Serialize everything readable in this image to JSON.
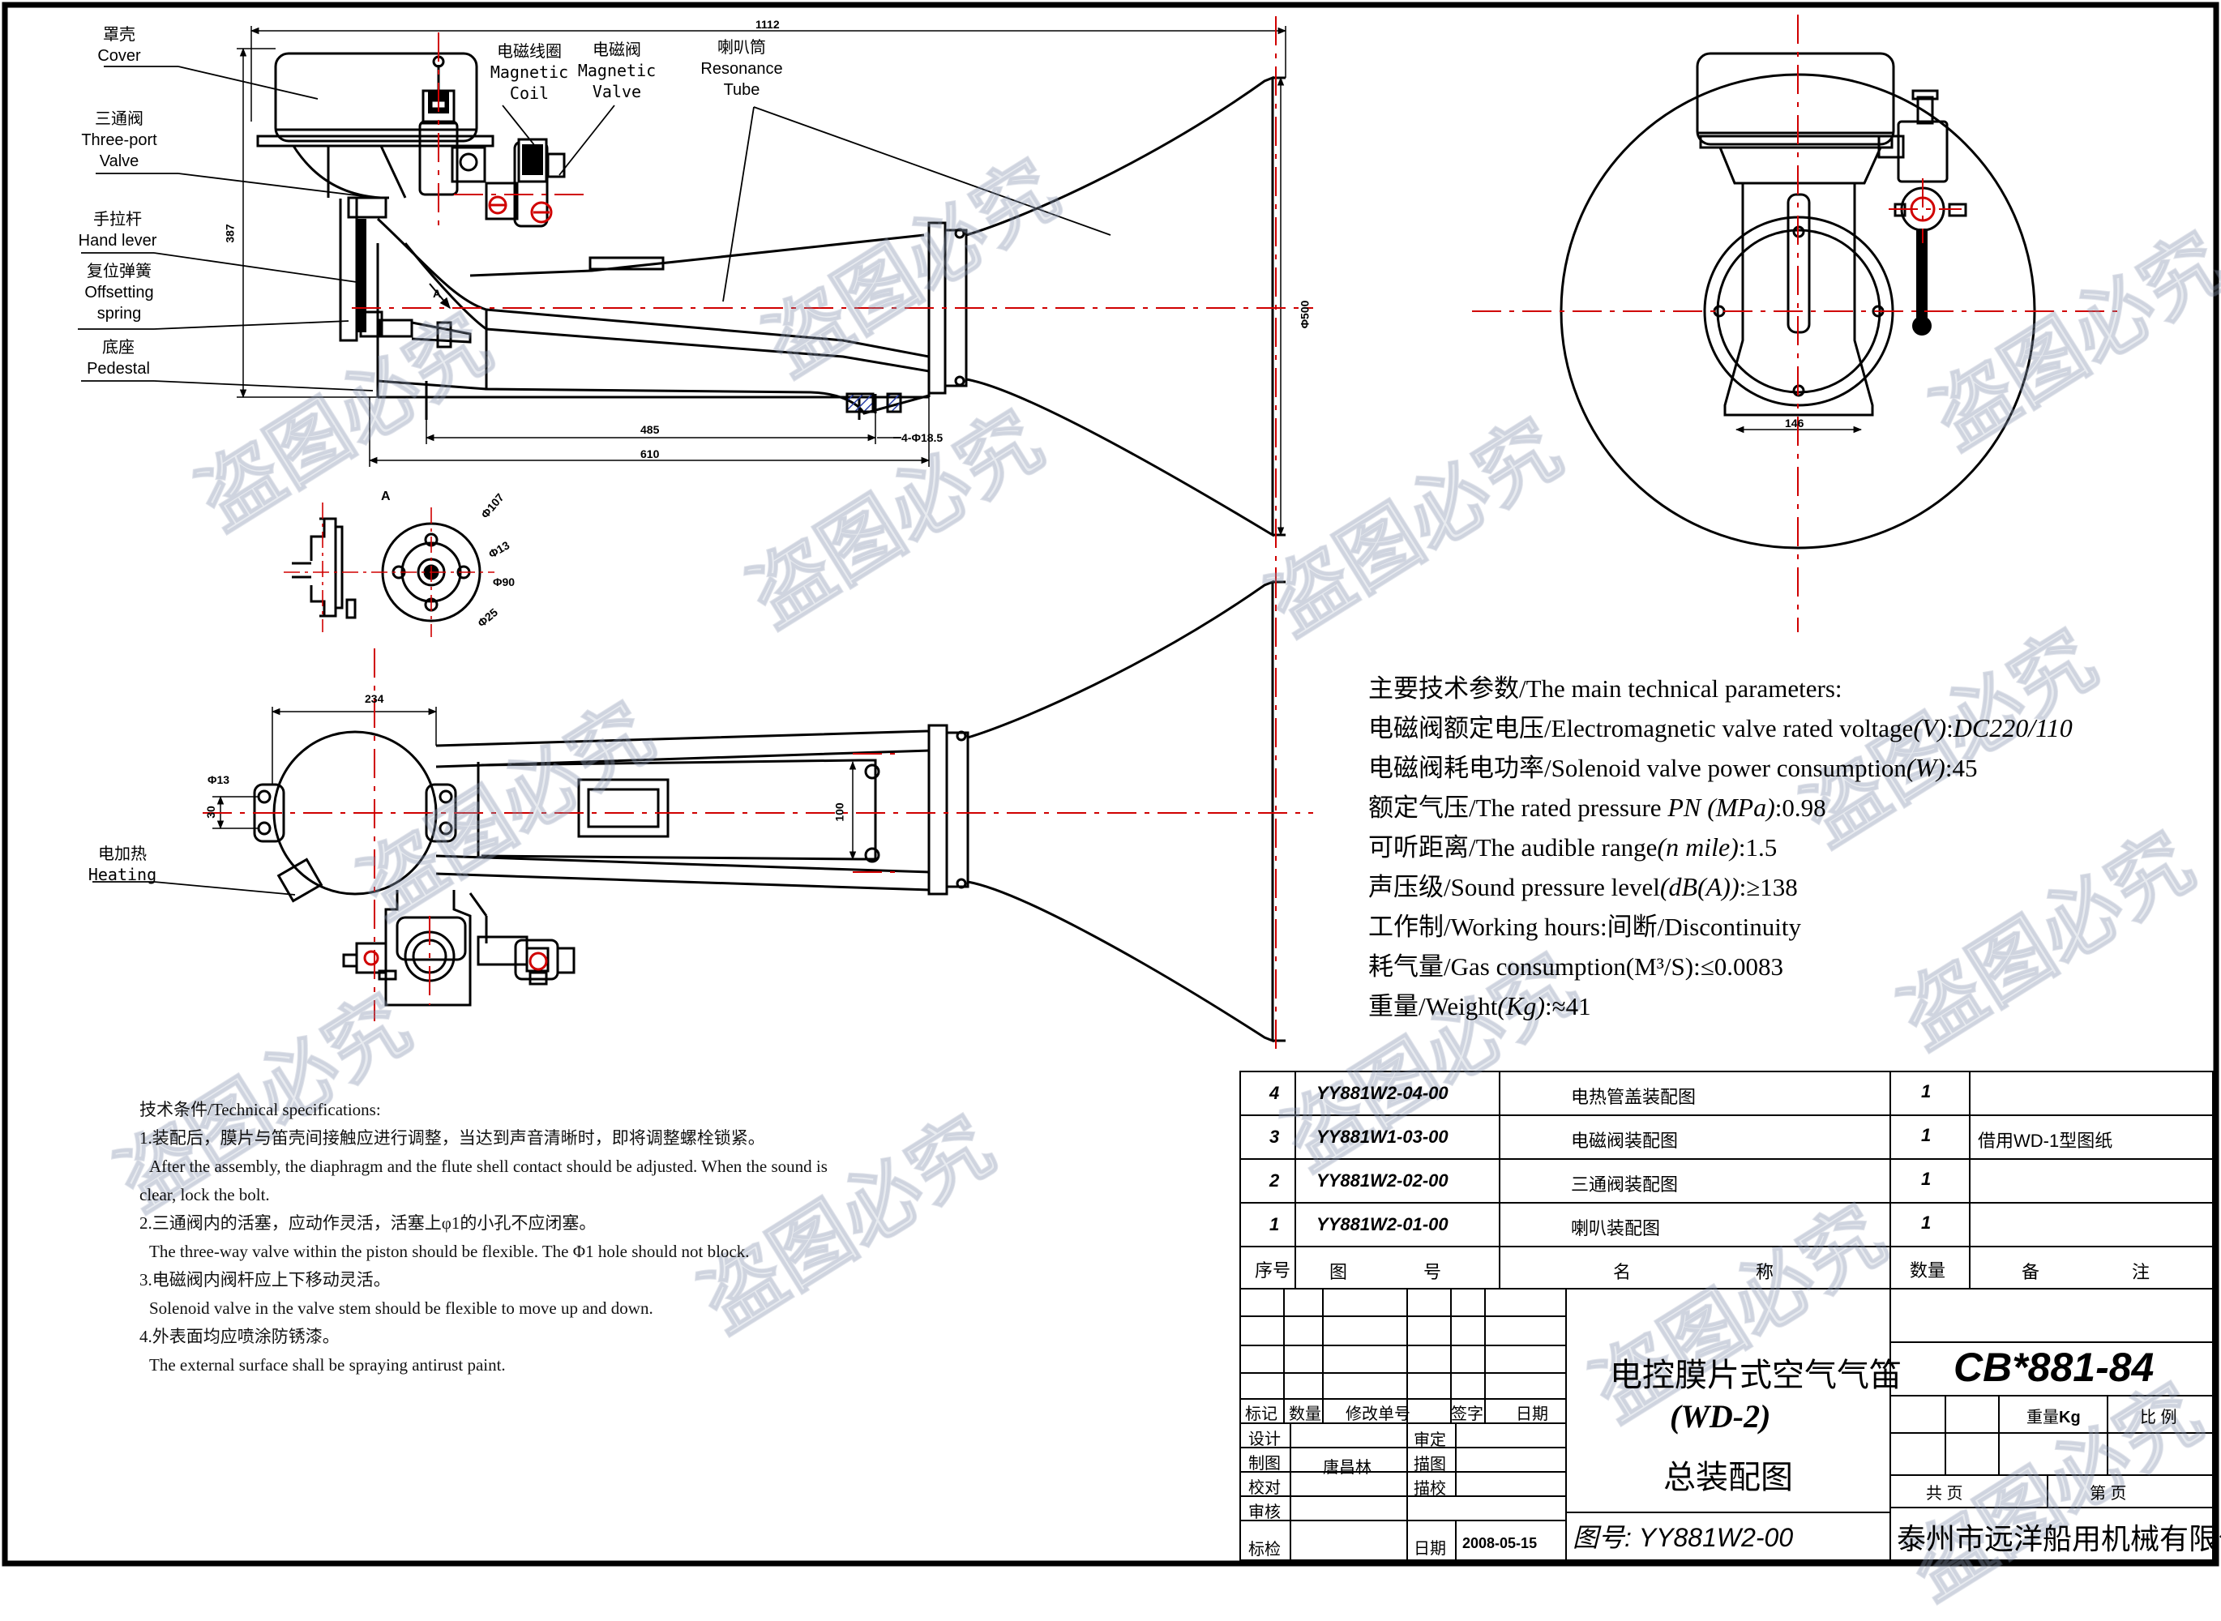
{
  "callouts": [
    {
      "cn": "罩壳",
      "en": "Cover"
    },
    {
      "cn": "三通阀",
      "en": "Three-port",
      "en2": "Valve"
    },
    {
      "cn": "手拉杆",
      "en": "Hand lever"
    },
    {
      "cn": "复位弹簧",
      "en": "Offsetting",
      "en2": "spring"
    },
    {
      "cn": "底座",
      "en": "Pedestal"
    },
    {
      "cn": "电磁线圈",
      "en": "Magnetic",
      "en2": "Coil"
    },
    {
      "cn": "电磁阀",
      "en": "Magnetic",
      "en2": "Valve"
    },
    {
      "cn": "喇叭筒",
      "en": "Resonance",
      "en2": "Tube"
    },
    {
      "cn": "电加热",
      "en": "Heating"
    }
  ],
  "dimensions": {
    "overall_length": "1112",
    "height": "387",
    "bell_dia": "Φ500",
    "base_485": "485",
    "base_610": "610",
    "hole_185": "4-Φ18.5",
    "side_146": "146",
    "plan_234": "234",
    "plan_30": "30",
    "plan_100": "100",
    "plan_hole": "Φ13",
    "section_label": "A",
    "section_label2": "A",
    "flange_1": "Φ107",
    "flange_2": "Φ13",
    "flange_3": "Φ90",
    "flange_4": "Φ25"
  },
  "parameters": {
    "heading": "主要技术参数/The main technical parameters:",
    "rows": [
      {
        "label": "电磁阀额定电压/Electromagnetic valve rated voltage",
        "unit": "(V)",
        "sep": ":",
        "value": "DC220/110"
      },
      {
        "label": "电磁阀耗电功率/Solenoid valve power consumption",
        "unit": "(W)",
        "sep": ":",
        "value": "45"
      },
      {
        "label": "额定气压/The rated pressure ",
        "unit": "PN (MPa)",
        "sep": ":",
        "value": "0.98"
      },
      {
        "label": "可听距离/The audible range",
        "unit": "(n mile)",
        "sep": ":",
        "value": "1.5"
      },
      {
        "label": "声压级/Sound pressure level",
        "unit": "(dB(A))",
        "sep": ":",
        "value": "≥138"
      },
      {
        "label": "工作制/Working hours:",
        "unit": "",
        "sep": "",
        "value": "间断/Discontinuity"
      },
      {
        "label": "耗气量/Gas consumption",
        "unit": "(M³/S)",
        "sep": ":",
        "value": "≤0.0083"
      },
      {
        "label": "重量/Weight",
        "unit": "(Kg)",
        "sep": ":",
        "value": "≈41"
      }
    ]
  },
  "tech_specs": {
    "heading": "技术条件/Technical specifications:",
    "items": [
      {
        "cn": "1.装配后，膜片与笛壳间接触应进行调整，当达到声音清晰时，即将调整螺栓锁紧。",
        "en": "After the assembly, the diaphragm and the flute shell contact should be adjusted. When the sound is",
        "en2": "clear, lock the bolt."
      },
      {
        "cn": "2.三通阀内的活塞，应动作灵活，活塞上φ1的小孔不应闭塞。",
        "en": "The three-way valve within the piston should be flexible. The Φ1 hole should not block."
      },
      {
        "cn": "3.电磁阀内阀杆应上下移动灵活。",
        "en": "Solenoid valve in the valve stem should be flexible to move up and down."
      },
      {
        "cn": "4.外表面均应喷涂防锈漆。",
        "en": "The external surface shall be spraying antirust paint."
      }
    ]
  },
  "parts_list": {
    "rows": [
      {
        "no": "4",
        "code": "YY881W2-04-00",
        "name": "电热管盖装配图",
        "qty": "1",
        "remark": ""
      },
      {
        "no": "3",
        "code": "YY881W1-03-00",
        "name": "电磁阀装配图",
        "qty": "1",
        "remark": "借用WD-1型图纸"
      },
      {
        "no": "2",
        "code": "YY881W2-02-00",
        "name": "三通阀装配图",
        "qty": "1",
        "remark": ""
      },
      {
        "no": "1",
        "code": "YY881W2-01-00",
        "name": "喇叭装配图",
        "qty": "1",
        "remark": ""
      }
    ],
    "headers": {
      "no": "序号",
      "code_a": "图",
      "code_b": "号",
      "name_a": "名",
      "name_b": "称",
      "qty": "数量",
      "remark_a": "备",
      "remark_b": "注"
    }
  },
  "title_block": {
    "product_name": "电控膜片式空气气笛",
    "model": "(WD-2)",
    "drawing_title": "总装配图",
    "drawing_no": "图号: YY881W2-00",
    "standard_code": "CB*881-84",
    "weight_label": "重量",
    "weight_unit": "Kg",
    "scale_label": "比  例",
    "sheets_total": "共        页",
    "sheet_no": "第        页",
    "company": "泰州市远洋船用机械有限公司",
    "rev_headers": {
      "mark": "标记",
      "qty": "数量",
      "change_no": "修改单号",
      "sign": "签字",
      "date": "日期"
    },
    "roles": {
      "design": "设计",
      "drawing": "制图",
      "check": "校对",
      "review": "审核",
      "std_check": "标检",
      "approve": "审定",
      "trace": "描图",
      "trace_check": "描校",
      "date": "日期"
    },
    "drafter": "唐昌林",
    "date_value": "2008-05-15"
  },
  "watermark": "盗图必究"
}
